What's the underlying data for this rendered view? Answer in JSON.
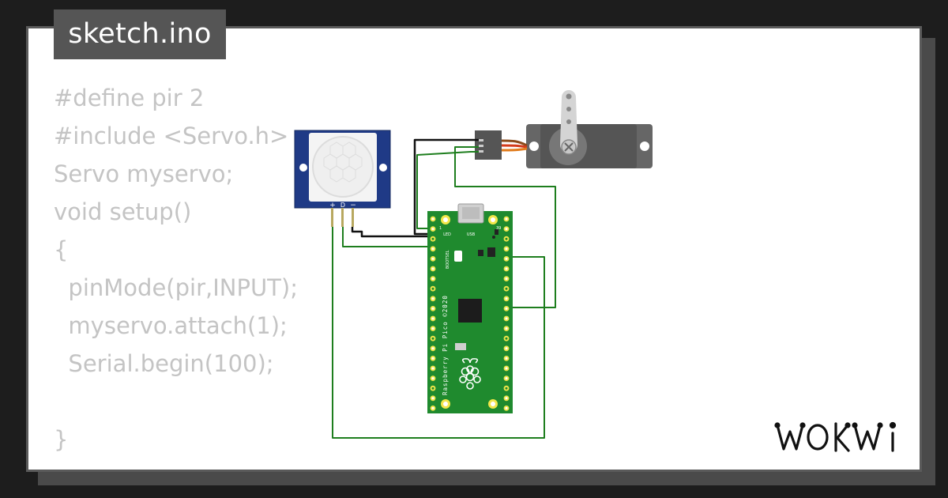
{
  "file_tab": {
    "name": "sketch.ino"
  },
  "code_lines": [
    "#define pir 2",
    "#include <Servo.h>",
    "Servo myservo;",
    "void setup()",
    "{",
    "  pinMode(pir,INPUT);",
    "  myservo.attach(1);",
    "  Serial.begin(100);",
    "",
    "}"
  ],
  "pir_sensor": {
    "pin_plus": "+",
    "pin_d": "D",
    "pin_minus": "−"
  },
  "pico": {
    "label_led": "LED",
    "label_usb": "USB",
    "label_bootsel": "BOOTSEL",
    "label_board": "Raspberry Pi Pico ©2020",
    "pin_1": "1",
    "pin_39": "39"
  },
  "logo": {
    "text": "WOKWI"
  },
  "colors": {
    "wire_green": "#1e7e1e",
    "wire_black": "#111111",
    "pico_green": "#1f8a2e",
    "pir_blue": "#1f3a86",
    "servo_gray": "#555555",
    "servo_orange": "#e07a1a",
    "servo_red": "#d43a1a"
  }
}
